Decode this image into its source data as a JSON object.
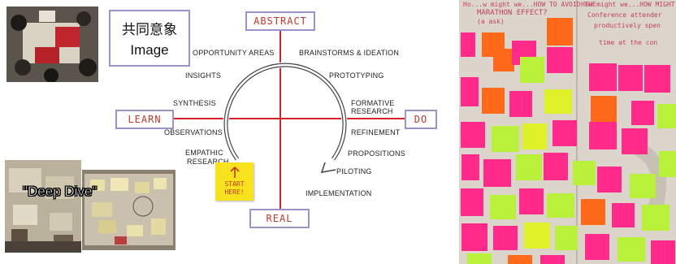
{
  "image_box": {
    "chinese": "共同意象",
    "english": "Image"
  },
  "deep_dive": "\"Deep Dive\"",
  "axes": {
    "top": "ABSTRACT",
    "bottom": "REAL",
    "left": "LEARN",
    "right": "DO"
  },
  "labels": {
    "opportunity": "OPPORTUNITY AREAS",
    "insights": "INSIGHTS",
    "synthesis": "SYNTHESIS",
    "observations": "OBSERVATIONS",
    "empathic": "EMPATHIC",
    "research": "RESEARCH",
    "brainstorms": "BRAINSTORMS & IDEATION",
    "prototyping": "PROTOTYPING",
    "formative": "FORMATIVE",
    "formative_research": "RESEARCH",
    "refinement": "REFINEMENT",
    "propositions": "PROPOSITIONS",
    "piloting": "PILOTING",
    "implementation": "IMPLEMENTATION"
  },
  "start_note": {
    "line1": "START",
    "line2": "HERE!"
  },
  "board_text": {
    "q1": "Ho...w might we...HOW TO AVOID THE",
    "q2": "MARATHON EFFECT?",
    "q3": "(a ask)",
    "q4": "How might we...HOW MIGHT",
    "q5": "Conference attender",
    "q6": "productively spen",
    "q7": "time at the con"
  }
}
